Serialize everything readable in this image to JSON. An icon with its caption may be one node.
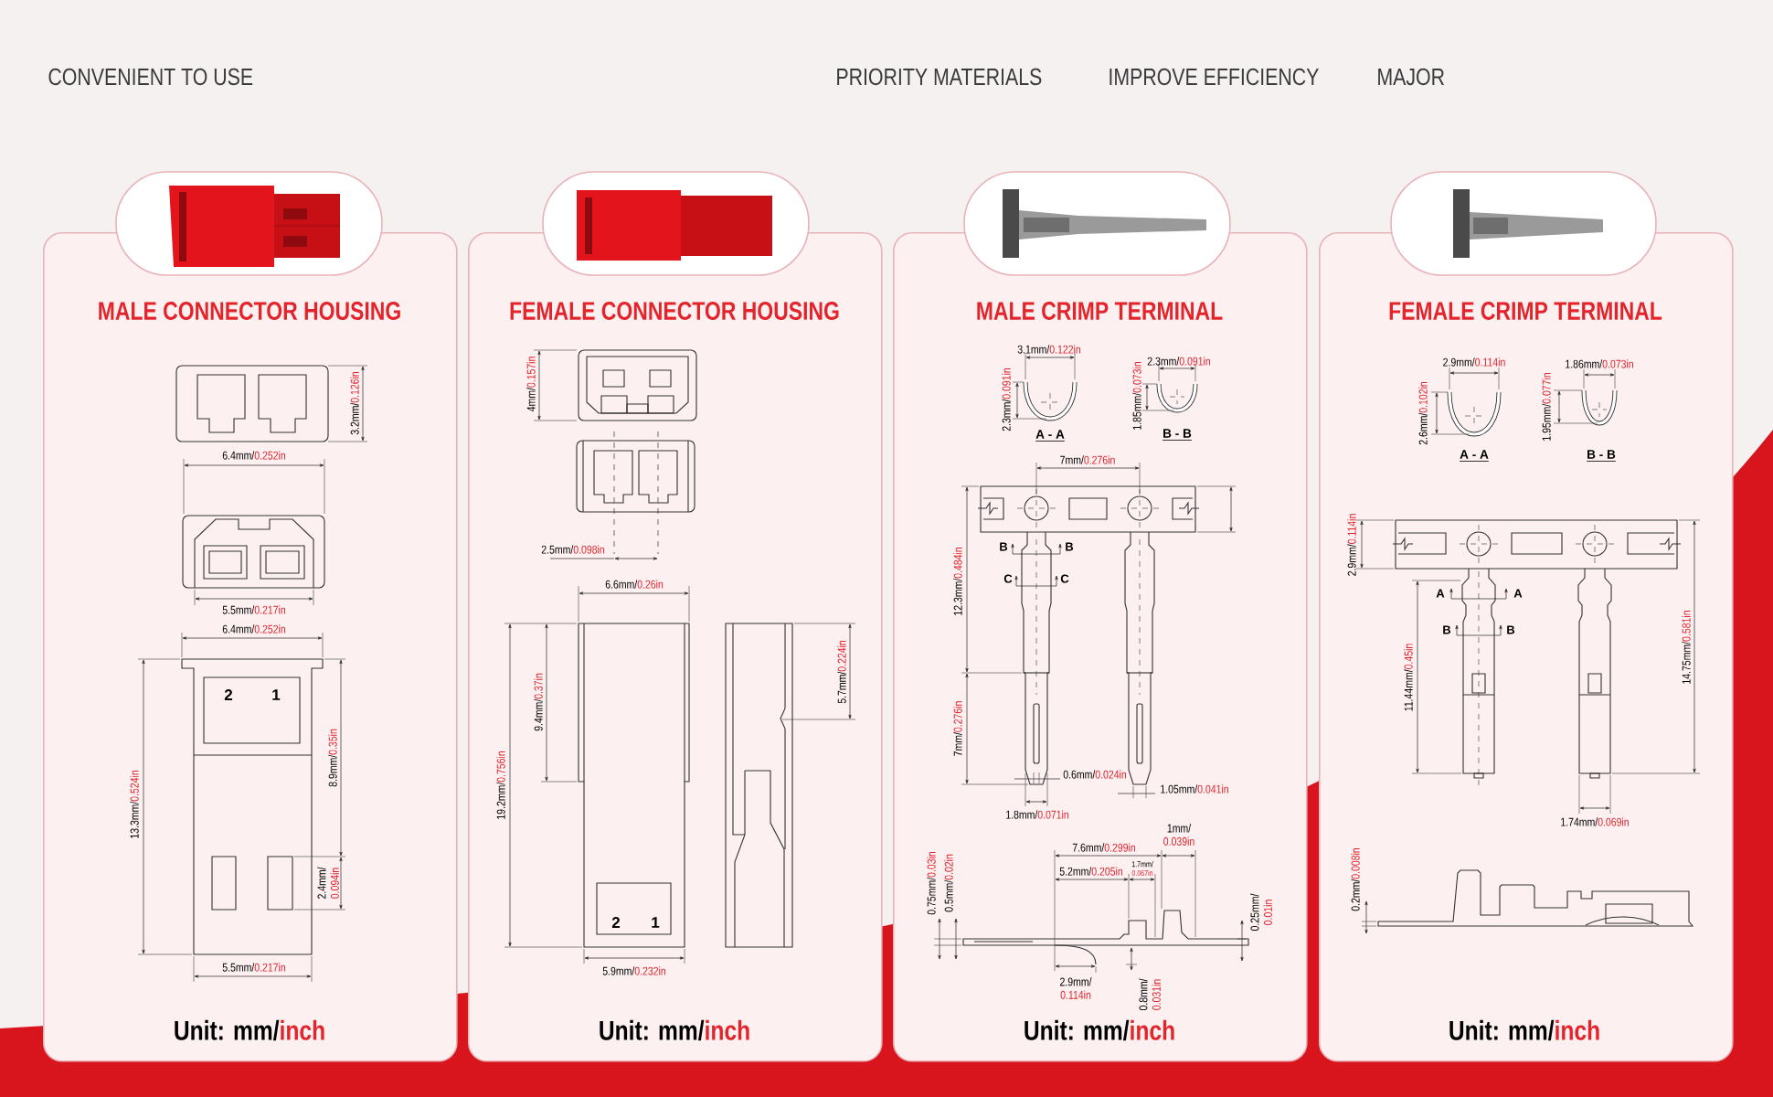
{
  "diagram": {
    "nodes": [
      {
        "text": [
          "MALE CONNECTOR HOUSING"
        ]
      },
      {
        "text": [
          "FEMALE CONNECTOR HOUSING"
        ]
      },
      {
        "text": [
          "MALE CRIMP TERMINAL"
        ]
      },
      {
        "text": [
          "FEMALE CRIMP TERMINAL"
        ]
      }
    ],
    "labels": [
      "CONVENIENT TO USE",
      "PRIORITY MATERIALS",
      "IMPROVE EFFICIENCY",
      "MAJOR",
      "3.2mm/",
      "0.126in",
      "6.4mm/",
      "0.252in",
      "5.5mm/",
      "0.217in",
      "6.4mm/",
      "0.252in",
      "2",
      "1",
      "13.3mm/",
      "0.524in",
      "8.9mm/",
      "0.35in",
      "2.4mm/",
      "0.094in",
      "5.5mm/",
      "0.217in",
      "Unit: mm/",
      "inch",
      "4mm/",
      "0.157in",
      "2.5mm/",
      "0.098in",
      "6.6mm/",
      "0.26in",
      "19.2mm/",
      "0.756in",
      "9.4mm/",
      "0.37in",
      "5.7mm/",
      "0.224in",
      "2",
      "1",
      "5.9mm/",
      "0.232in",
      "Unit: mm/",
      "inch",
      "3.1mm/",
      "0.122in",
      "2.3mm/",
      "0.091in",
      "A - A",
      "2.3mm/",
      "0.091in",
      "1.85mm/",
      "0.073in",
      "B - B",
      "7mm/",
      "0.276in",
      "B",
      "B",
      "C",
      "C",
      "12.3mm/",
      "0.484in",
      "7mm/",
      "0.276in",
      "0.6mm/",
      "0.024in",
      "1.05mm/",
      "0.041in",
      "1.8mm/",
      "0.071in",
      "1mm/",
      "0.039in",
      "7.6mm/",
      "0.299in",
      "5.2mm/",
      "0.205in",
      "1.7mm/",
      "0.067in",
      "0.75mm/",
      "0.03in",
      "0.5mm/",
      "0.02in",
      "0.25mm/",
      "0.01in",
      "2.9mm/",
      "0.114in",
      "0.8mm/",
      "0.031in",
      "Unit: mm/",
      "inch",
      "2.9mm/",
      "0.114in",
      "2.6mm/",
      "0.102in",
      "A - A",
      "1.86mm/",
      "0.073in",
      "1.95mm/",
      "0.077in",
      "B - B",
      "2.9mm/",
      "0.114in",
      "A",
      "A",
      "B",
      "B",
      "11.44mm/",
      "0.45in",
      "14.75mm/",
      "0.581in",
      "1.74mm/",
      "0.069in",
      "0.2mm/",
      "0.008in",
      "Unit: mm/",
      "inch"
    ]
  }
}
